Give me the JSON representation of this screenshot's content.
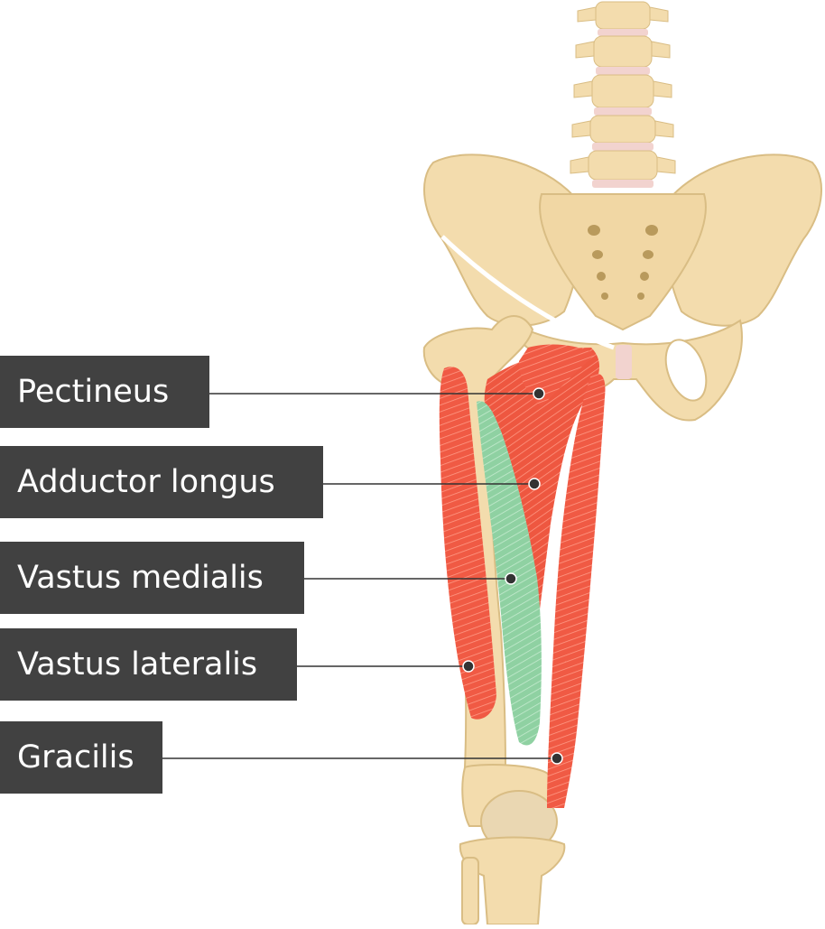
{
  "diagram": {
    "colors": {
      "bone": "#f3dcad",
      "bone_shadow": "#d9bd84",
      "disc": "#f2d3cf",
      "muscle": "#f05a44",
      "muscle_stripe": "#ff9a86",
      "highlight_muscle": "#8fd1a2",
      "label_bg": "#414141",
      "label_text": "#ffffff",
      "leader_line": "#333333"
    },
    "labels": [
      {
        "id": "pectineus",
        "text": "Pectineus"
      },
      {
        "id": "adductor-longus",
        "text": "Adductor longus"
      },
      {
        "id": "vastus-medialis",
        "text": "Vastus medialis"
      },
      {
        "id": "vastus-lateralis",
        "text": "Vastus lateralis"
      },
      {
        "id": "gracilis",
        "text": "Gracilis"
      }
    ],
    "highlighted": "Vastus medialis"
  }
}
